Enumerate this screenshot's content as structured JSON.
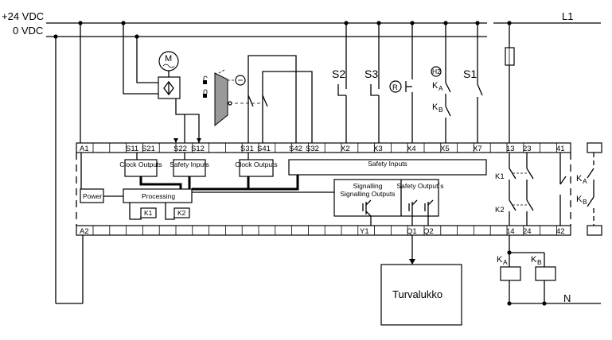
{
  "rails": {
    "supply_pos": "+24 VDC",
    "supply_neg": "0 VDC",
    "line": "L1",
    "neutral": "N"
  },
  "terminals_top": [
    "A1",
    "S11",
    "S21",
    "S22",
    "S12",
    "S31",
    "S41",
    "S42",
    "S32",
    "X2",
    "X3",
    "X4",
    "X5",
    "X7",
    "13",
    "23",
    "41"
  ],
  "terminals_bottom": [
    "A2",
    "Y1",
    "Q1",
    "Q2",
    "14",
    "24",
    "42"
  ],
  "blocks": {
    "clock_outputs": "Clock Outputs",
    "safety_inputs": "Safety Inputs",
    "safety_inputs_main": "Safety Inputs",
    "power": "Power",
    "processing": "Processing",
    "signalling_outputs": "Signalling Outputs",
    "safety_outputs": "Safety Output`s",
    "turvalukko": "Turvalukko"
  },
  "relays": [
    "K1",
    "K2"
  ],
  "switches": [
    "S2",
    "S3",
    "S1"
  ],
  "contactors": {
    "ka": "K",
    "kb": "K",
    "sub_a": "A",
    "sub_b": "B"
  },
  "symbols": {
    "motor": "M",
    "reset": "R",
    "h2": "H2"
  }
}
